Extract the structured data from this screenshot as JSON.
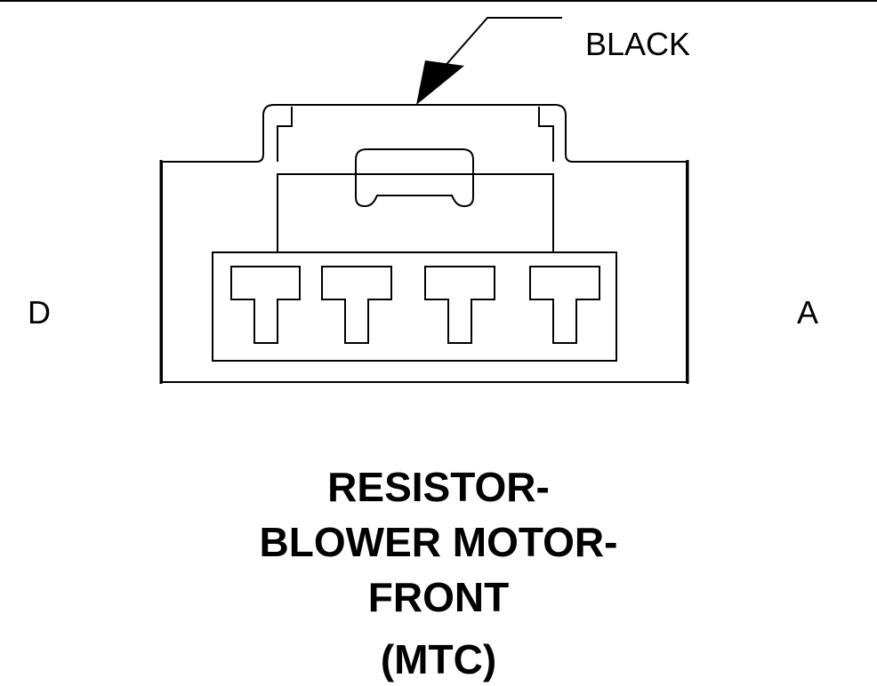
{
  "connector": {
    "color_label": "BLACK",
    "left_pin_label": "D",
    "right_pin_label": "A",
    "terminal_count": 4
  },
  "title": {
    "line1": "RESISTOR-",
    "line2": "BLOWER MOTOR-",
    "line3": "FRONT",
    "line4": "(MTC)"
  },
  "colors": {
    "stroke": "#000000",
    "background": "#ffffff"
  }
}
